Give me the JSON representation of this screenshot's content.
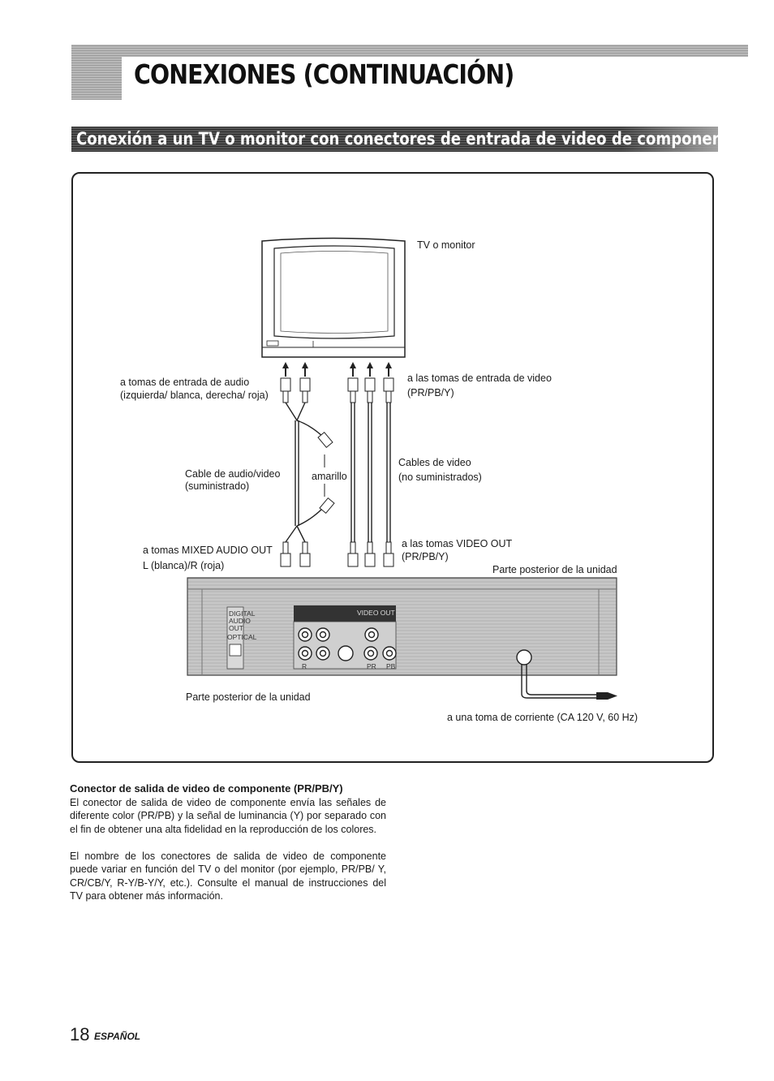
{
  "header": {
    "title": "CONEXIONES (CONTINUACIÓN)"
  },
  "section": {
    "title": "Conexión a un TV o monitor con conectores de entrada de video de componente"
  },
  "diagram": {
    "tv_label": "TV o monitor",
    "audio_in_label_1": "a tomas de entrada de audio",
    "audio_in_label_2": "(izquierda/ blanca, derecha/ roja)",
    "video_in_label_1": "a las tomas de entrada de video",
    "video_in_label_2": "(PR/PB/Y)",
    "av_cable_label_1": "Cable de audio/video",
    "av_cable_label_2": "(suministrado)",
    "yellow_label": "amarillo",
    "video_cables_label_1": "Cables de video",
    "video_cables_label_2": "(no suministrados)",
    "mixed_audio_label_1": "a tomas MIXED AUDIO OUT",
    "mixed_audio_label_2": "L (blanca)/R (roja)",
    "video_out_label_1": "a las tomas VIDEO OUT",
    "video_out_label_2": "(PR/PB/Y)",
    "rear_label_top": "Parte posterior de la unidad",
    "rear_label_bottom": "Parte posterior de la unidad",
    "power_label": "a una toma de corriente (CA 120 V, 60 Hz)",
    "panel_digital": "DIGITAL AUDIO OUT",
    "panel_optical": "OPTICAL",
    "panel_video_out": "VIDEO OUT",
    "panel_r": "R",
    "panel_pr": "PR",
    "panel_pb": "PB"
  },
  "body": {
    "heading": "Conector de salida de video de componente (PR/PB/Y)",
    "paragraph1": "El conector de salida de video de componente envía las señales de diferente color (PR/PB) y la señal de luminancia (Y) por separado con el fin de obtener una alta fidelidad en la reproducción de los colores.",
    "paragraph2": "El nombre de los conectores de salida de video de componente puede variar en función del TV o del monitor (por ejemplo, PR/PB/ Y, CR/CB/Y, R-Y/B-Y/Y, etc.). Consulte el manual de instrucciones del TV para obtener más información."
  },
  "footer": {
    "page_number": "18",
    "language": "ESPAÑOL"
  }
}
